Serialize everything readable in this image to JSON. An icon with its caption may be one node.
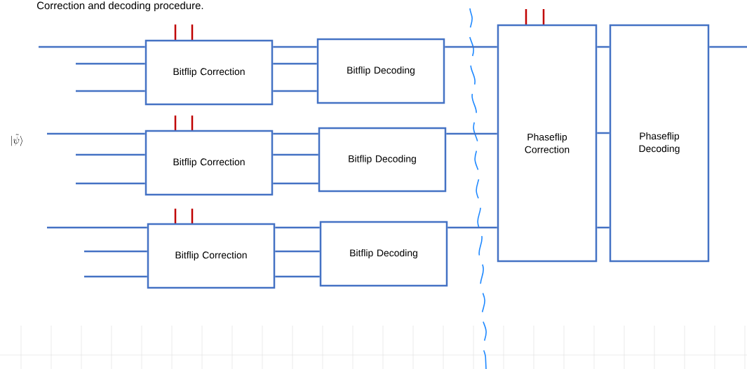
{
  "diagram": {
    "nodes": [
      {
        "text": [
          "Bitflip Correction"
        ]
      },
      {
        "text": [
          "Bitflip Decoding"
        ]
      },
      {
        "text": [
          "Bitflip Correction"
        ]
      },
      {
        "text": [
          "Bitflip Decoding"
        ]
      },
      {
        "text": [
          "Bitflip Correction"
        ]
      },
      {
        "text": [
          "Bitflip Decoding"
        ]
      },
      {
        "text": [
          "Phaseflip Correction"
        ]
      },
      {
        "text": [
          "Phaseflip Decoding"
        ]
      }
    ],
    "edges": [
      {
        "from": null,
        "to": 0,
        "arrow": "none"
      },
      {
        "from": null,
        "to": 0,
        "arrow": "none"
      },
      {
        "from": null,
        "to": 0,
        "arrow": "none"
      },
      {
        "from": 0,
        "to": 1,
        "arrow": "none"
      },
      {
        "from": 0,
        "to": 1,
        "arrow": "none"
      },
      {
        "from": 0,
        "to": 1,
        "arrow": "none"
      },
      {
        "from": 1,
        "to": 6,
        "arrow": "none"
      },
      {
        "from": null,
        "to": 2,
        "arrow": "none"
      },
      {
        "from": null,
        "to": 2,
        "arrow": "none"
      },
      {
        "from": null,
        "to": 2,
        "arrow": "none"
      },
      {
        "from": 2,
        "to": 3,
        "arrow": "none"
      },
      {
        "from": 2,
        "to": 3,
        "arrow": "none"
      },
      {
        "from": 2,
        "to": 3,
        "arrow": "none"
      },
      {
        "from": 3,
        "to": 6,
        "arrow": "none"
      },
      {
        "from": null,
        "to": 4,
        "arrow": "none"
      },
      {
        "from": null,
        "to": 4,
        "arrow": "none"
      },
      {
        "from": null,
        "to": 4,
        "arrow": "none"
      },
      {
        "from": 4,
        "to": 5,
        "arrow": "none"
      },
      {
        "from": 4,
        "to": 5,
        "arrow": "none"
      },
      {
        "from": 4,
        "to": 5,
        "arrow": "none"
      },
      {
        "from": 5,
        "to": 6,
        "arrow": "none"
      },
      {
        "from": 6,
        "to": 7,
        "arrow": "none"
      },
      {
        "from": 6,
        "to": 7,
        "arrow": "none"
      },
      {
        "from": 6,
        "to": 7,
        "arrow": "none"
      },
      {
        "from": 7,
        "to": null,
        "arrow": "none"
      }
    ],
    "labels": [
      "Correction and decoding procedure.",
      "|\\tilde{\\psi}\\rangle"
    ]
  }
}
